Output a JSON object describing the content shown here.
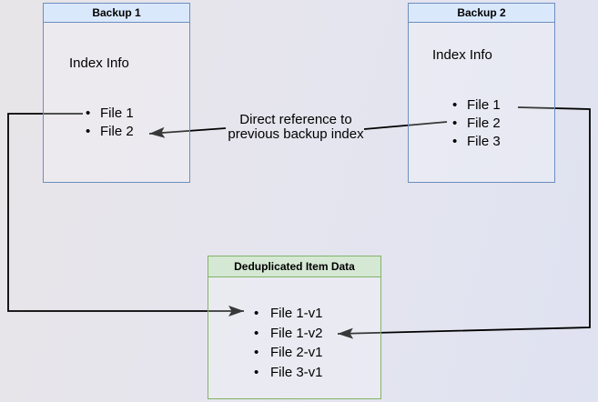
{
  "diagram": {
    "backup1": {
      "title": "Backup 1",
      "section_label": "Index Info",
      "files": [
        "File 1",
        "File 2"
      ]
    },
    "backup2": {
      "title": "Backup 2",
      "section_label": "Index Info",
      "files": [
        "File 1",
        "File 2",
        "File 3"
      ]
    },
    "dedup": {
      "title": "Deduplicated Item Data",
      "items": [
        "File 1-v1",
        "File 1-v2",
        "File 2-v1",
        "File 3-v1"
      ]
    },
    "annotation": "Direct reference to\nprevious backup index",
    "colors": {
      "backup_header_fill": "#dae8fc",
      "backup_border": "#6c8ebf",
      "dedup_header_fill": "#d5e8d4",
      "dedup_border": "#82b366",
      "arrow": "#000000",
      "text": "#000000"
    }
  }
}
